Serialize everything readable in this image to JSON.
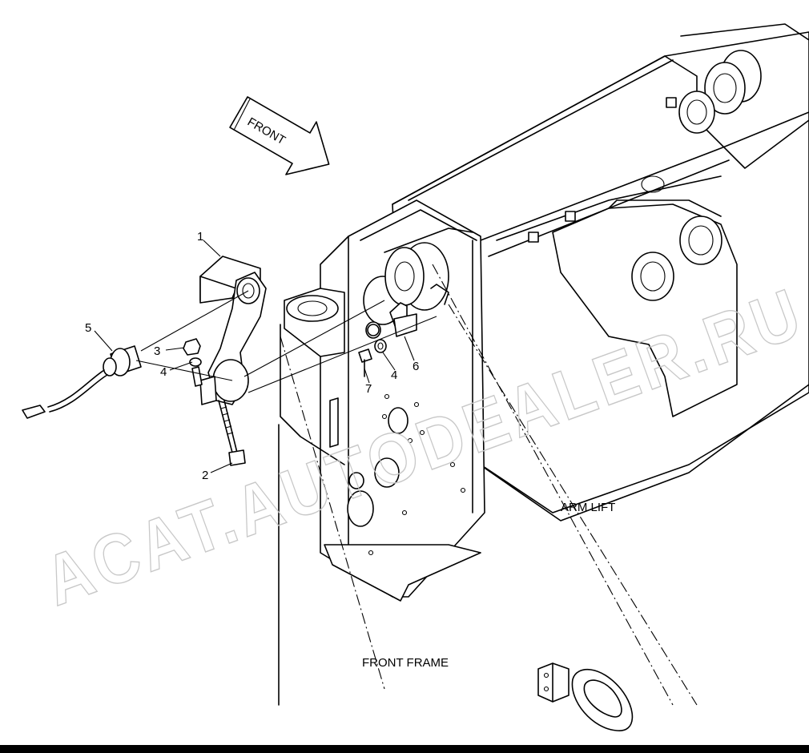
{
  "labels": {
    "front_arrow": "FRONT",
    "arm_lift": "ARM LIFT",
    "front_frame": "FRONT FRAME"
  },
  "callouts": [
    "1",
    "2",
    "3",
    "4",
    "4",
    "5",
    "6",
    "7"
  ],
  "watermark": "ACAT.AUTODEALER.RU",
  "colors": {
    "line": "#000000",
    "background": "#ffffff",
    "watermark": "#c8c8c8"
  }
}
